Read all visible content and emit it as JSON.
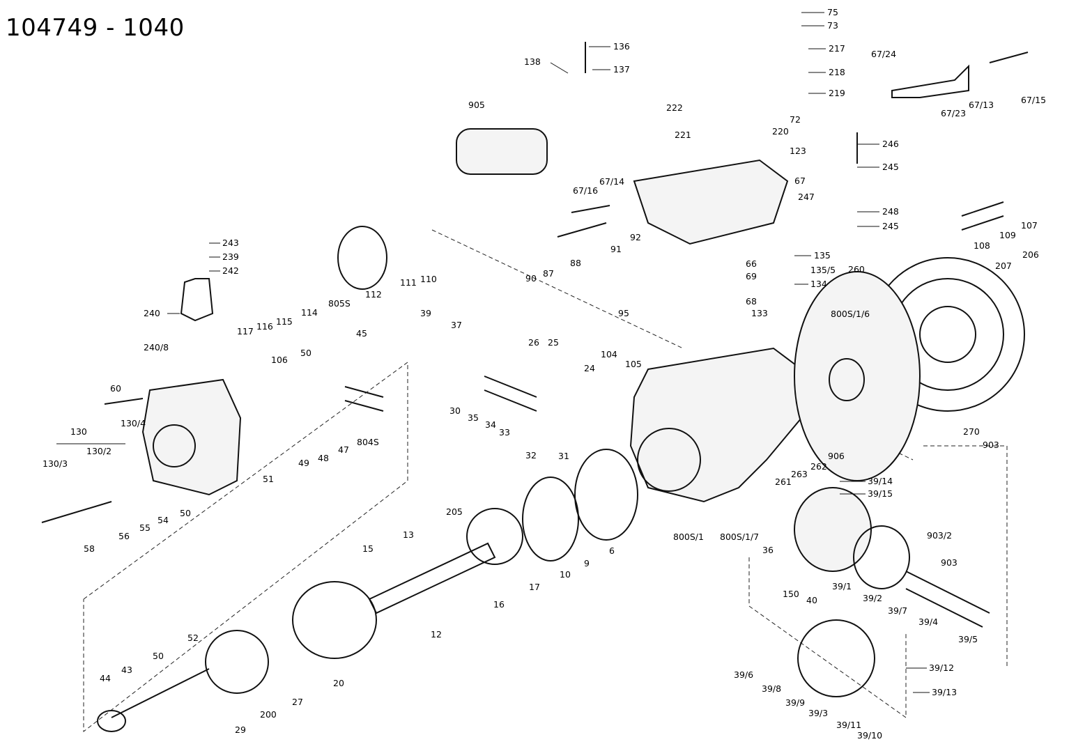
{
  "title": "104749 - 1040",
  "callouts": [
    {
      "id": "75",
      "text": "75"
    },
    {
      "id": "73",
      "text": "73"
    },
    {
      "id": "217",
      "text": "217"
    },
    {
      "id": "218",
      "text": "218"
    },
    {
      "id": "219",
      "text": "219"
    },
    {
      "id": "136",
      "text": "136"
    },
    {
      "id": "138",
      "text": "138"
    },
    {
      "id": "137",
      "text": "137"
    },
    {
      "id": "905",
      "text": "905"
    },
    {
      "id": "222",
      "text": "222"
    },
    {
      "id": "72",
      "text": "72"
    },
    {
      "id": "220",
      "text": "220"
    },
    {
      "id": "221",
      "text": "221"
    },
    {
      "id": "123",
      "text": "123"
    },
    {
      "id": "67",
      "text": "67"
    },
    {
      "id": "67-24",
      "text": "67/24"
    },
    {
      "id": "67-23",
      "text": "67/23"
    },
    {
      "id": "67-13",
      "text": "67/13"
    },
    {
      "id": "67-15",
      "text": "67/15"
    },
    {
      "id": "246",
      "text": "246"
    },
    {
      "id": "245a",
      "text": "245"
    },
    {
      "id": "247",
      "text": "247"
    },
    {
      "id": "248",
      "text": "248"
    },
    {
      "id": "245b",
      "text": "245"
    },
    {
      "id": "67-16",
      "text": "67/16"
    },
    {
      "id": "67-14",
      "text": "67/14"
    },
    {
      "id": "92",
      "text": "92"
    },
    {
      "id": "91",
      "text": "91"
    },
    {
      "id": "88",
      "text": "88"
    },
    {
      "id": "87",
      "text": "87"
    },
    {
      "id": "90",
      "text": "90"
    },
    {
      "id": "135",
      "text": "135"
    },
    {
      "id": "66",
      "text": "66"
    },
    {
      "id": "135-5",
      "text": "135/5"
    },
    {
      "id": "69",
      "text": "69"
    },
    {
      "id": "134",
      "text": "134"
    },
    {
      "id": "68",
      "text": "68"
    },
    {
      "id": "133",
      "text": "133"
    },
    {
      "id": "95",
      "text": "95"
    },
    {
      "id": "108",
      "text": "108"
    },
    {
      "id": "109",
      "text": "109"
    },
    {
      "id": "107",
      "text": "107"
    },
    {
      "id": "260",
      "text": "260"
    },
    {
      "id": "206",
      "text": "206"
    },
    {
      "id": "207",
      "text": "207"
    },
    {
      "id": "800s-1-6",
      "text": "800S/1/6"
    },
    {
      "id": "270",
      "text": "270"
    },
    {
      "id": "903",
      "text": "903"
    },
    {
      "id": "243",
      "text": "243"
    },
    {
      "id": "239",
      "text": "239"
    },
    {
      "id": "242",
      "text": "242"
    },
    {
      "id": "240",
      "text": "240"
    },
    {
      "id": "240-8",
      "text": "240/8"
    },
    {
      "id": "117",
      "text": "117"
    },
    {
      "id": "116",
      "text": "116"
    },
    {
      "id": "115",
      "text": "115"
    },
    {
      "id": "114",
      "text": "114"
    },
    {
      "id": "805s",
      "text": "805S"
    },
    {
      "id": "112",
      "text": "112"
    },
    {
      "id": "111",
      "text": "111"
    },
    {
      "id": "110",
      "text": "110"
    },
    {
      "id": "39",
      "text": "39"
    },
    {
      "id": "37",
      "text": "37"
    },
    {
      "id": "26",
      "text": "26"
    },
    {
      "id": "25",
      "text": "25"
    },
    {
      "id": "24",
      "text": "24"
    },
    {
      "id": "104",
      "text": "104"
    },
    {
      "id": "105",
      "text": "105"
    },
    {
      "id": "106",
      "text": "106"
    },
    {
      "id": "50a",
      "text": "50"
    },
    {
      "id": "45",
      "text": "45"
    },
    {
      "id": "60",
      "text": "60"
    },
    {
      "id": "130",
      "text": "130"
    },
    {
      "id": "130-4",
      "text": "130/4"
    },
    {
      "id": "130-2",
      "text": "130/2"
    },
    {
      "id": "130-3",
      "text": "130/3"
    },
    {
      "id": "30",
      "text": "30"
    },
    {
      "id": "35",
      "text": "35"
    },
    {
      "id": "34",
      "text": "34"
    },
    {
      "id": "33",
      "text": "33"
    },
    {
      "id": "32",
      "text": "32"
    },
    {
      "id": "31",
      "text": "31"
    },
    {
      "id": "49",
      "text": "49"
    },
    {
      "id": "48",
      "text": "48"
    },
    {
      "id": "47",
      "text": "47"
    },
    {
      "id": "804s",
      "text": "804S"
    },
    {
      "id": "51",
      "text": "51"
    },
    {
      "id": "50b",
      "text": "50"
    },
    {
      "id": "54",
      "text": "54"
    },
    {
      "id": "55",
      "text": "55"
    },
    {
      "id": "56",
      "text": "56"
    },
    {
      "id": "58",
      "text": "58"
    },
    {
      "id": "262",
      "text": "262"
    },
    {
      "id": "906",
      "text": "906"
    },
    {
      "id": "263",
      "text": "263"
    },
    {
      "id": "261",
      "text": "261"
    },
    {
      "id": "39-14",
      "text": "39/14"
    },
    {
      "id": "39-15",
      "text": "39/15"
    },
    {
      "id": "903-2",
      "text": "903/2"
    },
    {
      "id": "903b",
      "text": "903"
    },
    {
      "id": "800s-1",
      "text": "800S/1"
    },
    {
      "id": "800s-1-7",
      "text": "800S/1/7"
    },
    {
      "id": "36",
      "text": "36"
    },
    {
      "id": "205",
      "text": "205"
    },
    {
      "id": "13",
      "text": "13"
    },
    {
      "id": "15",
      "text": "15"
    },
    {
      "id": "17",
      "text": "17"
    },
    {
      "id": "10",
      "text": "10"
    },
    {
      "id": "9",
      "text": "9"
    },
    {
      "id": "6",
      "text": "6"
    },
    {
      "id": "16",
      "text": "16"
    },
    {
      "id": "12",
      "text": "12"
    },
    {
      "id": "150",
      "text": "150"
    },
    {
      "id": "40",
      "text": "40"
    },
    {
      "id": "39-1",
      "text": "39/1"
    },
    {
      "id": "39-2",
      "text": "39/2"
    },
    {
      "id": "39-7",
      "text": "39/7"
    },
    {
      "id": "39-4",
      "text": "39/4"
    },
    {
      "id": "39-5",
      "text": "39/5"
    },
    {
      "id": "52",
      "text": "52"
    },
    {
      "id": "20",
      "text": "20"
    },
    {
      "id": "27",
      "text": "27"
    },
    {
      "id": "50c",
      "text": "50"
    },
    {
      "id": "43",
      "text": "43"
    },
    {
      "id": "44",
      "text": "44"
    },
    {
      "id": "29",
      "text": "29"
    },
    {
      "id": "200",
      "text": "200"
    },
    {
      "id": "39-6",
      "text": "39/6"
    },
    {
      "id": "39-8",
      "text": "39/8"
    },
    {
      "id": "39-9",
      "text": "39/9"
    },
    {
      "id": "39-3",
      "text": "39/3"
    },
    {
      "id": "39-12",
      "text": "39/12"
    },
    {
      "id": "39-13",
      "text": "39/13"
    },
    {
      "id": "39-11",
      "text": "39/11"
    },
    {
      "id": "39-10",
      "text": "39/10"
    }
  ]
}
